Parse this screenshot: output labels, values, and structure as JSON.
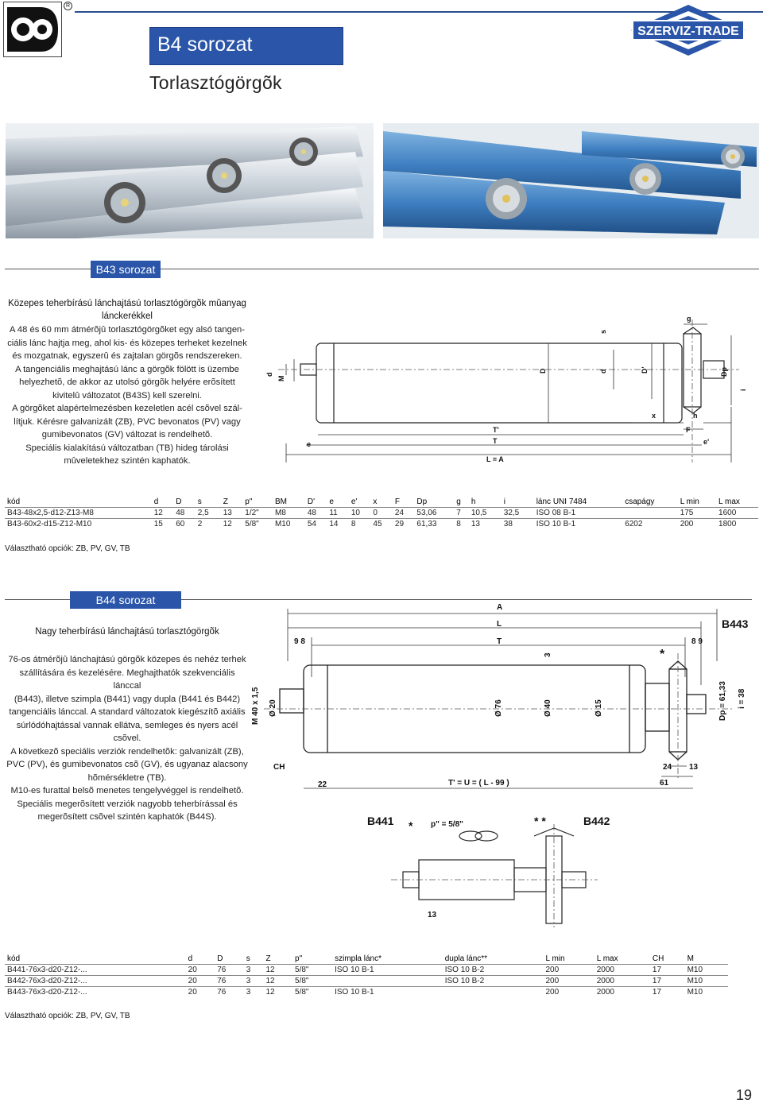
{
  "header": {
    "series_title": "B4 sorozat",
    "subtitle": "Torlasztógörgõk",
    "brand": "SZERVIZ-TRADE",
    "registered_mark": "R"
  },
  "b43": {
    "section_label": "B43 sorozat",
    "heading_lines": [
      "Közepes teherbírású lánchajtású torlasztógörgõk mûanyag",
      "lánckerékkel"
    ],
    "description_lines": [
      "A 48 és 60 mm átmérõjû torlasztógörgõket egy alsó tangen-",
      "ciális lánc hajtja meg, ahol kis- és közepes terheket kezelnek",
      "és mozgatnak, egyszerû és zajtalan görgõs rendszereken.",
      "A tangenciális meghajtású lánc a görgõk fölött is üzembe",
      "helyezhetõ, de akkor az utolsó görgõk helyére erõsített",
      "kivitelû változatot (B43S) kell szerelni.",
      "A görgõket alapértelmezésben kezeletlen acél csõvel szál-",
      "lítjuk. Kérésre galvanizált (ZB), PVC bevonatos (PV) vagy",
      "gumibevonatos (GV) változat is rendelhetõ.",
      "Speciális kialakítású változatban (TB) hideg tárolási",
      "mûveletekhez szintén kaphatók."
    ],
    "diagram_labels": {
      "g": "g",
      "s": "s",
      "d": "d",
      "M": "M",
      "D": "D",
      "d2": "d",
      "Dprime": "D'",
      "Dp": "Dp",
      "i": "i",
      "x": "x",
      "h": "h",
      "Tprime": "T'",
      "F": "F",
      "e": "e",
      "eprime": "e'",
      "T": "T",
      "LA": "L = A"
    },
    "table": {
      "headers": [
        "kód",
        "d",
        "D",
        "s",
        "Z",
        "p\"",
        "BM",
        "D'",
        "e",
        "e'",
        "x",
        "F",
        "Dp",
        "g",
        "h",
        "i",
        "lánc UNI 7484",
        "csapágy",
        "L min",
        "L max"
      ],
      "rows": [
        [
          "B43-48x2,5-d12-Z13-M8",
          "12",
          "48",
          "2,5",
          "13",
          "1/2\"",
          "M8",
          "48",
          "11",
          "10",
          "0",
          "24",
          "53,06",
          "7",
          "10,5",
          "32,5",
          "ISO 08 B-1",
          "",
          "175",
          "1600"
        ],
        [
          "B43-60x2-d15-Z12-M10",
          "15",
          "60",
          "2",
          "12",
          "5/8\"",
          "M10",
          "54",
          "14",
          "8",
          "45",
          "29",
          "61,33",
          "8",
          "13",
          "38",
          "ISO 10 B-1",
          "6202",
          "200",
          "1800"
        ]
      ]
    },
    "options": "Választható opciók: ZB, PV, GV, TB"
  },
  "b44": {
    "section_label": "B44 sorozat",
    "heading": "Nagy teherbírású lánchajtású torlasztógörgõk",
    "description_lines": [
      "76-os átmérõjû lánchajtású görgõk közepes és nehéz terhek",
      "szállítására és kezelésére. Meghajthatók szekvenciális lánccal",
      "(B443), illetve szimpla (B441) vagy dupla (B441 és B442)",
      "tangenciális lánccal. A standard változatok kiegészítõ axiális",
      "súrlódóhajtással vannak ellátva, semleges és nyers acél",
      "csõvel.",
      "A következõ speciális verziók rendelhetõk: galvanizált (ZB),",
      "PVC (PV), és gumibevonatos csõ (GV), és ugyanaz alacsony",
      "hõmérsékletre (TB).",
      "M10-es furattal belsõ menetes tengelyvéggel is rendelhetõ.",
      "Speciális megerõsített verziók nagyobb teherbírással és",
      "megerõsített csõvel szintén kaphatók (B44S)."
    ],
    "diagram_labels": {
      "A": "A",
      "L": "L",
      "T": "T",
      "nine_eight_l": "9  8",
      "eight_nine_r": "8  9",
      "b443": "B443",
      "three": "3",
      "star": "*",
      "m40": "M 40 x 1,5",
      "o20": "Ø 20",
      "o76": "Ø 76",
      "o40": "Ø 40",
      "o15": "Ø 15",
      "dp": "Dp = 61,33",
      "i38": "i = 38",
      "ch": "CH",
      "n24": "24",
      "n13": "13",
      "n22": "22",
      "tu": "T' = U = ( L - 99 )",
      "n61": "61",
      "b441": "B441",
      "star1": "*",
      "pitch": "p\" = 5/8\"",
      "dstar": "* *",
      "b442": "B442",
      "n13b": "13"
    },
    "table": {
      "headers": [
        "kód",
        "d",
        "D",
        "s",
        "Z",
        "p\"",
        "szimpla lánc*",
        "dupla lánc**",
        "L min",
        "L max",
        "CH",
        "M"
      ],
      "rows": [
        [
          "B441-76x3-d20-Z12-...",
          "20",
          "76",
          "3",
          "12",
          "5/8\"",
          "ISO 10 B-1",
          "ISO 10 B-2",
          "200",
          "2000",
          "17",
          "M10"
        ],
        [
          "B442-76x3-d20-Z12-...",
          "20",
          "76",
          "3",
          "12",
          "5/8\"",
          "",
          "ISO 10 B-2",
          "200",
          "2000",
          "17",
          "M10"
        ],
        [
          "B443-76x3-d20-Z12-...",
          "20",
          "76",
          "3",
          "12",
          "5/8\"",
          "ISO 10 B-1",
          "",
          "200",
          "2000",
          "17",
          "M10"
        ]
      ]
    },
    "options": "Választható opciók: ZB, PV, GV, TB"
  },
  "page_number": "19",
  "colors": {
    "accent": "#2a55a8",
    "roller_blue": "#3f7fc1",
    "roller_silver": "#c9d2da"
  }
}
